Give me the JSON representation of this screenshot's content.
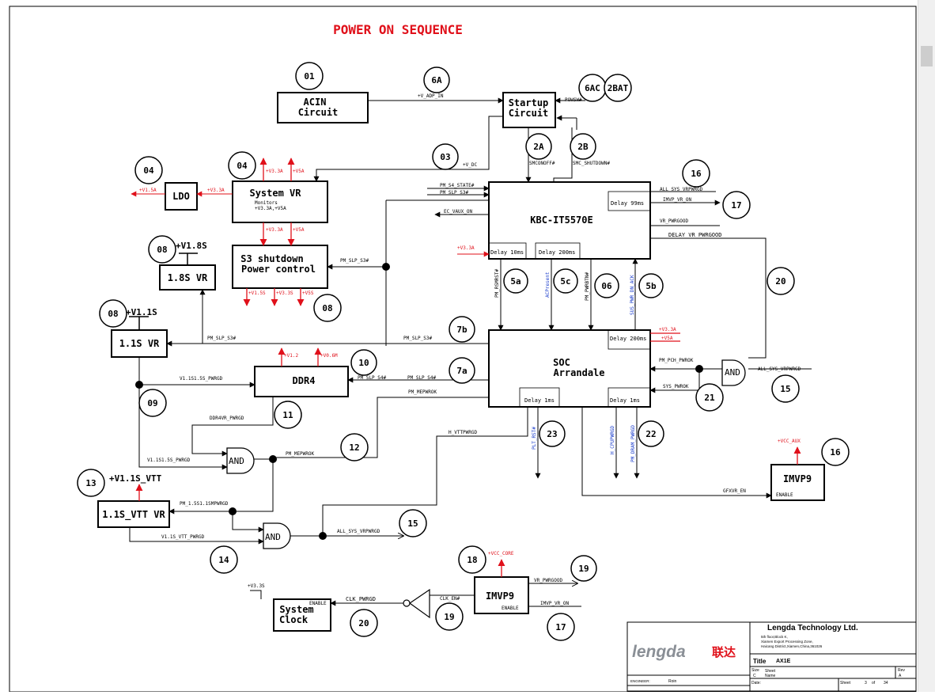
{
  "title": "POWER ON SEQUENCE",
  "colors": {
    "title": "#e0101a",
    "power": "#e0101a",
    "line": "#000000",
    "signal_blue": "#1a3ccc"
  },
  "blocks": {
    "acin": [
      "ACIN",
      "Circuit"
    ],
    "startup": [
      "Startup",
      "Circuit"
    ],
    "ldo": "LDO",
    "system_vr": "System VR",
    "system_vr_note": [
      "Monitors",
      "+V3.3A,+V5A"
    ],
    "kbc": "KBC-IT5570E",
    "s3": [
      "S3 shutdown",
      "Power control"
    ],
    "vr18": "1.8S VR",
    "vr11": "1.1S VR",
    "ddr4": "DDR4",
    "soc": [
      "SOC",
      "Arrandale"
    ],
    "vtt": "1.1S_VTT VR",
    "imvp9a": "IMVP9",
    "imvp9b": "IMVP9",
    "clock": [
      "System",
      "Clock"
    ],
    "and": "AND"
  },
  "bubbles": {
    "b01": "01",
    "b6a": "6A",
    "b6ac": "6AC",
    "b2bat": "2BAT",
    "b2a": "2A",
    "b2b": "2B",
    "b03": "03",
    "b04a": "04",
    "b04b": "04",
    "b16a": "16",
    "b17a": "17",
    "b08a": "08",
    "b08b": "08",
    "b08c": "08",
    "b5a": "5a",
    "b5c": "5c",
    "b06": "06",
    "b5b": "5b",
    "b20a": "20",
    "b7b": "7b",
    "b7a": "7a",
    "b10": "10",
    "b09": "09",
    "b11": "11",
    "b12": "12",
    "b21": "21",
    "b15a": "15",
    "b23": "23",
    "b22": "22",
    "b16b": "16",
    "b13": "13",
    "b14": "14",
    "b15b": "15",
    "b18": "18",
    "b19a": "19",
    "b19b": "19",
    "b20b": "20",
    "b17b": "17"
  },
  "rails": {
    "v15a": "+V1.5A",
    "v33a_ldo": "+V3.3A",
    "v33a_top": "+V3.3A",
    "v5a_top": "+V5A",
    "v33a_bot": "+V3.3A",
    "v5a_bot": "+V5A",
    "v15s": "+V1.5S",
    "v33s": "+V3.3S",
    "v5s": "+V5S",
    "v33a_kbc": "+V3.3A",
    "v12": "+V1.2",
    "v06m": "+V0.6M",
    "v33a_soc": "+V3.3A",
    "v5a_soc": "+V5A",
    "vcc_aux": "+VCC_AUX",
    "vcc_core": "+VCC_CORE",
    "v33s_clk": "+V3.3S",
    "v18s": "+V1.8S",
    "v11s": "+V1.1S",
    "v11s_vtt": "+V1.1S_VTT"
  },
  "signals": {
    "v_adp_in": "+V_ADP_IN",
    "powsw": "POWSW#",
    "v_dc": "+V_DC",
    "smconoff": "SMCONOFF#",
    "smc_shutdown": "SMC_SHUTDOWN#",
    "pm_s4_state": "PM_S4_STATE#",
    "pm_slp_s3_k": "PM_SLP_S3#",
    "ec_vaux_on": "EC_VAUX_ON",
    "all_sys_vrpwrgd_k": "ALL_SYS_VRPWRGD",
    "imvp_vr_on_k": "IMVP_VR_ON",
    "vr_pwrgood": "VR_PWRGOOD",
    "delay_vr_pwrgood": "DELAY_VR_PWRGOOD",
    "delay99": "Delay 99ms",
    "delay10": "Delay 10ms",
    "delay200k": "Delay 200ms",
    "pm_slp_s3_s3": "PM_SLP_S3#",
    "pm_rsmrst": "PM_RSMRST#",
    "acpresent": "ACPresent",
    "pm_pwrbtn": "PM_PWRBTN#",
    "sus_pwr_dn_ack": "SUS_PWR_DN_ACK",
    "pm_slp_s3_11": "PM_SLP_S3#",
    "pm_slp_s3_soc": "PM_SLP_S3#",
    "delay200s": "Delay 200ms",
    "v1_1s158_pwrgd": "V1.1S1.5S_PWRGD",
    "pm_slp_s4_ddr": "PM_SLP_S4#",
    "pm_slp_s4_soc": "PM_SLP_S4#",
    "pm_mepwrok": "PM_MEPWROK",
    "pm_pch_pwrok": "PM_PCH_PWROK",
    "sys_pwrok": "SYS_PWROK",
    "all_sys_vrpwrgd_and": "ALL_SYS_VRPWRGD",
    "delay1_l": "Delay 1ms",
    "delay1_r": "Delay 1ms",
    "ddr4vr_pwrgd": "DDR4VR_PWRGD",
    "h_vttpwrgd": "H_VTTPWRGD",
    "v1_1s158_pwrgd2": "V1.1S1.5S_PWRGD",
    "pm_mepwrok2": "PM_MEPWROK",
    "plt_rst": "PLT_RST#",
    "h_cpupwrgd": "H_CPUPWRGD",
    "pm_dram_pwrgd": "PM_DRAM_PWRGD",
    "gfxvr_en": "GFXVR_EN",
    "enable": "ENABLE",
    "pm_15s_smpwrgd": "PM_1.5S1.1SMPWRGD",
    "v11s_vtt_pwrgd": "V1.1S_VTT_PWRGD",
    "all_sys_vrpwrgd_out": "ALL_SYS_VRPWRGD",
    "vr_pwrgood2": "VR_PWRGOOD",
    "imvp_vr_on2": "IMVP_VR_ON",
    "enable2": "ENABLE",
    "clk_en": "CLK_EN#",
    "clk_pwrgd": "CLK_PWRGD",
    "enable3": "ENABLE"
  },
  "title_block": {
    "company": "Lengda Technology Ltd.",
    "addr1": "5th floor,Block K,",
    "addr2": "Xiamen Export Processing Zone,",
    "addr3": "Haicang   District,Xiamen,China,361026",
    "logo_text": "lengda",
    "logo_cn": "联达",
    "title_label": "Title",
    "title_value": "AX1E",
    "size_label": "Size",
    "size_value": "C",
    "sheet_label": "Sheet",
    "name_label": "Name",
    "rev_label": "Rev",
    "rev_value": "A",
    "engineer_label": "ENGINEER:",
    "engineer_value": "Roin",
    "date_label": "Date:",
    "sheet2_label": "Sheet",
    "sheet_num": "3",
    "of_label": "of",
    "sheet_total": "34"
  }
}
